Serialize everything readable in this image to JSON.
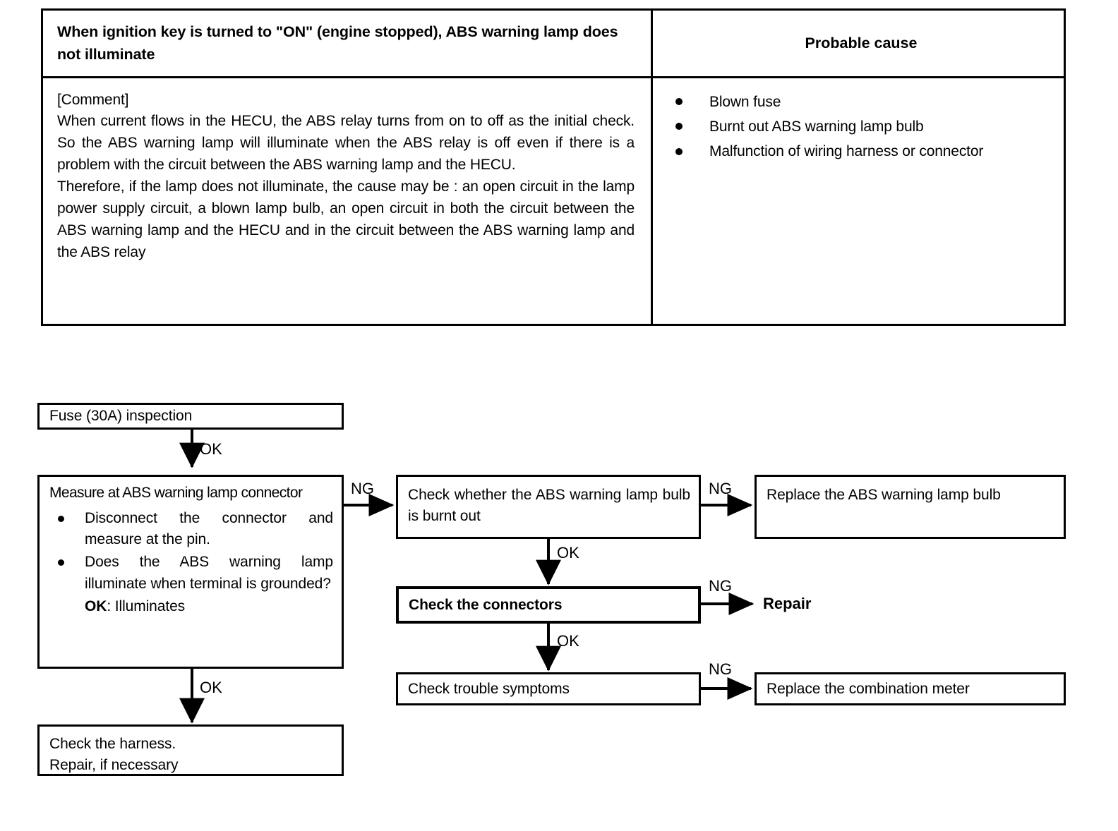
{
  "table": {
    "header_symptom": "When ignition key is turned to \"ON\" (engine stopped), ABS warning lamp does not illuminate",
    "header_cause": "Probable cause",
    "comment_label": "[Comment]",
    "comment_paragraph_1": "When current flows in the HECU, the ABS relay turns from on to off as the initial check. So the ABS warning lamp will illuminate when the ABS relay is off even if there is a problem with the circuit between the ABS warning lamp and the HECU.",
    "comment_paragraph_2": "Therefore, if the lamp does not illuminate, the cause may be : an open circuit in the lamp power supply circuit, a blown lamp bulb, an open circuit in both the circuit between the ABS warning lamp and the HECU and in the circuit between the ABS warning lamp and the ABS relay",
    "causes": [
      "Blown fuse",
      "Burnt out ABS warning lamp bulb",
      "Malfunction of wiring harness or connector"
    ]
  },
  "flowchart": {
    "box_fuse": "Fuse (30A) inspection",
    "box_measure_title": "Measure at ABS warning lamp connector",
    "box_measure_items": [
      "Disconnect the connector and measure at the pin.",
      "Does the ABS warning lamp illuminate when terminal is grounded?"
    ],
    "box_measure_ok_label": "OK",
    "box_measure_ok_value": ": Illuminates",
    "box_check_harness": "Check the harness.\nRepair, if necessary",
    "box_check_harness_line1": "Check the harness.",
    "box_check_harness_line2": "Repair, if necessary",
    "box_check_bulb": "Check whether the ABS warning lamp bulb is burnt out",
    "box_replace_bulb": "Replace the ABS warning lamp bulb",
    "box_check_connectors": "Check the connectors",
    "box_repair": "Repair",
    "box_check_symptoms": "Check trouble symptoms",
    "box_replace_meter": "Replace the combination meter",
    "label_ok": "OK",
    "label_ng": "NG",
    "labels": {
      "fuse_to_measure": "OK",
      "measure_to_bulb": "NG",
      "measure_to_harness": "OK",
      "bulb_to_replace": "NG",
      "bulb_to_connectors": "OK",
      "connectors_to_repair": "NG",
      "connectors_to_symptoms": "OK",
      "symptoms_to_meter": "NG"
    }
  },
  "colors": {
    "ink": "#000000",
    "paper": "#ffffff"
  }
}
